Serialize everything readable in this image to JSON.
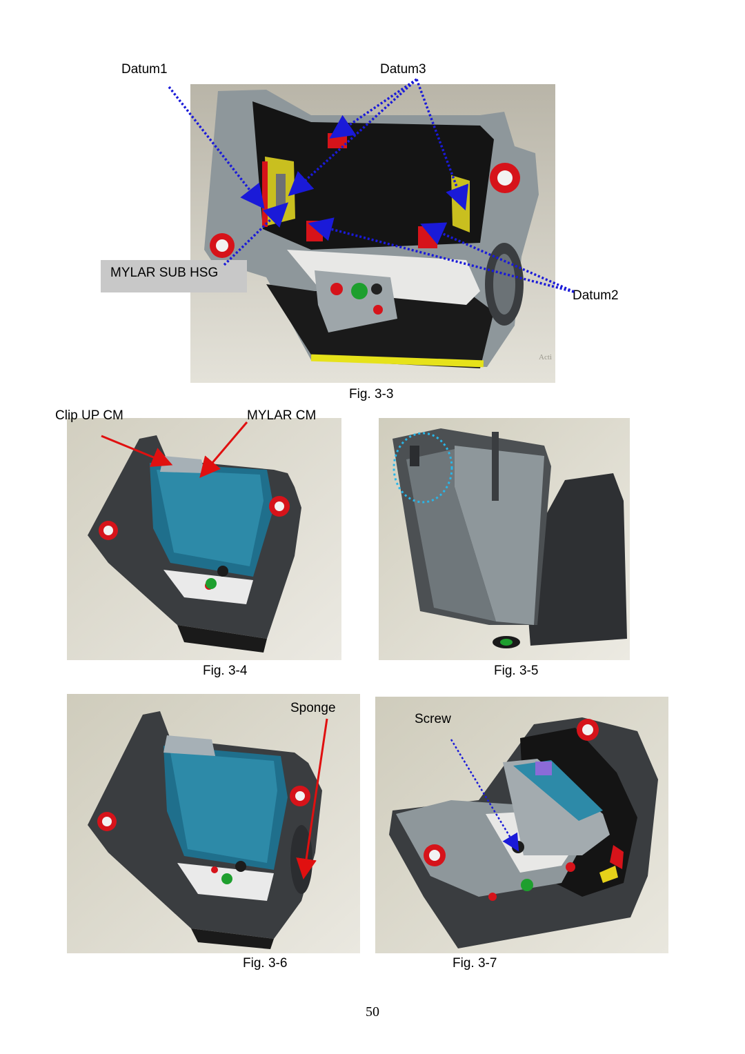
{
  "fig3_3": {
    "labels": {
      "datum1": "Datum1",
      "datum3": "Datum3",
      "datum2": "Datum2",
      "mylar_sub_hsg": "MYLAR SUB HSG",
      "watermark": "Acti"
    },
    "caption": "Fig. 3-3"
  },
  "fig3_4": {
    "labels": {
      "clip_up_cm": "Clip UP CM",
      "mylar_cm": "MYLAR CM"
    },
    "caption": "Fig. 3-4"
  },
  "fig3_5": {
    "caption": "Fig. 3-5"
  },
  "fig3_6": {
    "labels": {
      "sponge": "Sponge"
    },
    "caption": "Fig. 3-6"
  },
  "fig3_7": {
    "labels": {
      "screw": "Screw"
    },
    "caption": "Fig. 3-7"
  },
  "page_number": "50",
  "colors": {
    "datum_arrow": "#1a1ad8",
    "callout_arrow": "#e01010",
    "highlight_circle": "#29b6e8",
    "render_background": "#c9c6b8",
    "housing_dark": "#2b2d30",
    "housing_gray": "#8e979b",
    "mylar_blue": "#1f6f8c",
    "datum_red": "#d6131a",
    "datum_yellow": "#d4c623"
  }
}
